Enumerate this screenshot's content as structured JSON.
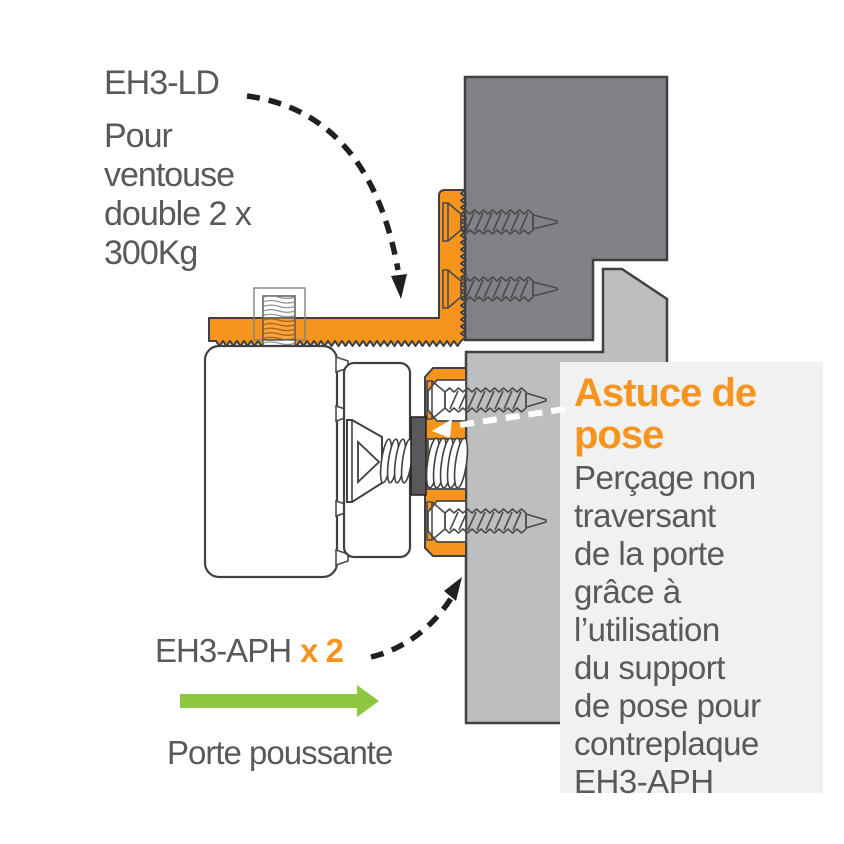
{
  "colors": {
    "orange": "#F7941E",
    "green": "#8DC63F",
    "text_gray": "#58595B",
    "wall_gray": "#808285",
    "door_gray": "#BCBEC0",
    "tip_box_bg": "#F1F1F2",
    "outline": "#414042"
  },
  "bracket_label": {
    "title": "EH3-LD",
    "desc_lines": [
      "Pour",
      "ventouse",
      "double 2 x",
      "300Kg"
    ]
  },
  "support_label": {
    "name": "EH3-APH",
    "qty": "x 2"
  },
  "door_label": "Porte poussante",
  "tip_box": {
    "title": "Astuce de pose",
    "body_lines": [
      "Perçage non",
      "traversant",
      "de la porte",
      "grâce à",
      "l’utilisation",
      "du support",
      "de pose pour",
      "contreplaque",
      "EH3-APH"
    ]
  }
}
